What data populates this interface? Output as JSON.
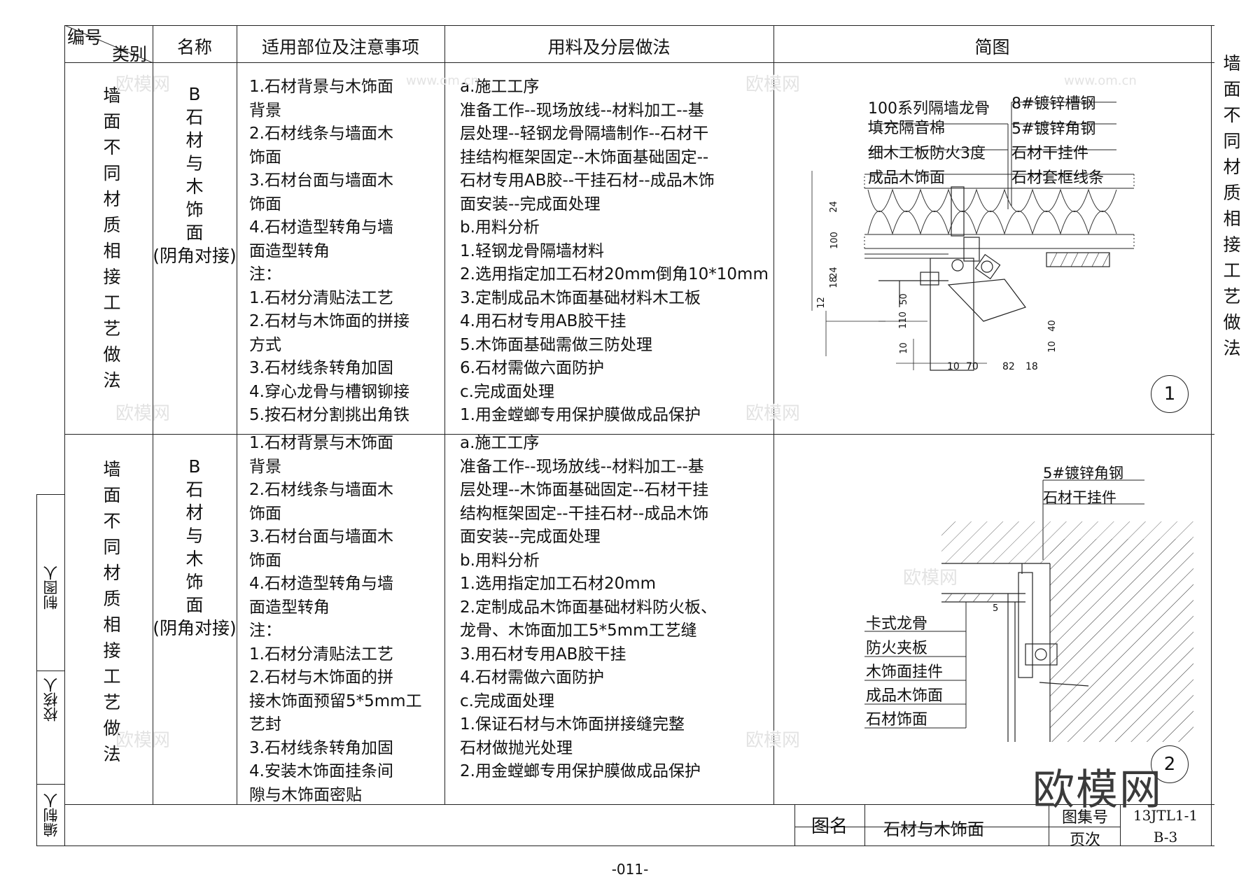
{
  "header": {
    "code_label": "编号",
    "category_label": "类别",
    "name": "名称",
    "scope": "适用部位及注意事项",
    "materials": "用料及分层做法",
    "diagram": "简图"
  },
  "right_side_title": "墙面不同材质相接工艺做法",
  "side_labels": {
    "drawn_by": "制图人",
    "checked_by": "校核人",
    "compiled_by": "编制人"
  },
  "rows": [
    {
      "category": "墙面不同材质相接工艺做法",
      "name_lines": [
        "B",
        "石",
        "材",
        "与",
        "木",
        "饰",
        "面",
        "(阴角对接)"
      ],
      "scope_lines": [
        "1.石材背景与木饰面",
        "背景",
        "2.石材线条与墙面木",
        "饰面",
        "3.石材台面与墙面木",
        "饰面",
        "4.石材造型转角与墙",
        "面造型转角",
        "注：",
        "1.石材分清贴法工艺",
        "2.石材与木饰面的拼接",
        "方式",
        "3.石材线条转角加固",
        "4.穿心龙骨与槽钢铆接",
        "5.按石材分割挑出角铁"
      ],
      "material_lines": [
        "a.施工工序",
        "准备工作--现场放线--材料加工--基",
        "层处理--轻钢龙骨隔墙制作--石材干",
        "挂结构框架固定--木饰面基础固定--",
        "石材专用AB胶--干挂石材--成品木饰",
        "面安装--完成面处理",
        "b.用料分析",
        "1.轻钢龙骨隔墙材料",
        "2.选用指定加工石材20mm倒角10*10mm",
        "3.定制成品木饰面基础材料木工板",
        "4.用石材专用AB胶干挂",
        "5.木饰面基础需做三防处理",
        "6.石材需做六面防护",
        "c.完成面处理",
        "1.用金螳螂专用保护膜做成品保护"
      ],
      "diagram": {
        "number": "1",
        "labels_left": [
          "100系列隔墙龙骨",
          "填充隔音棉",
          "细木工板防火3度",
          "成品木饰面"
        ],
        "labels_right": [
          "8#镀锌槽钢",
          "5#镀锌角钢",
          "石材干挂件",
          "石材套框线条"
        ],
        "dims_left": [
          "24",
          "100",
          "24",
          "18",
          "12",
          "50",
          "110",
          "10"
        ],
        "dims_bottom": [
          "10",
          "70",
          "82",
          "18"
        ],
        "dims_right": [
          "40",
          "10"
        ]
      }
    },
    {
      "category": "墙面不同材质相接工艺做法",
      "name_lines": [
        "B",
        "石",
        "材",
        "与",
        "木",
        "饰",
        "面",
        "(阴角对接)"
      ],
      "scope_lines": [
        "1.石材背景与木饰面",
        "背景",
        "2.石材线条与墙面木",
        "饰面",
        "3.石材台面与墙面木",
        "饰面",
        "4.石材造型转角与墙",
        "面造型转角",
        "注：",
        "1.石材分清贴法工艺",
        "2.石材与木饰面的拼",
        "接木饰面预留5*5mm工",
        "艺封",
        "3.石材线条转角加固",
        "4.安装木饰面挂条间",
        "隙与木饰面密贴"
      ],
      "material_lines": [
        "a.施工工序",
        "准备工作--现场放线--材料加工--基",
        "层处理--木饰面基础固定--石材干挂",
        "结构框架固定--干挂石材--成品木饰",
        "面安装--完成面处理",
        "b.用料分析",
        "1.选用指定加工石材20mm",
        "2.定制成品木饰面基础材料防火板、",
        "龙骨、木饰面加工5*5mm工艺缝",
        "3.用石材专用AB胶干挂",
        "4.石材需做六面防护",
        "c.完成面处理",
        "1.保证石材与木饰面拼接缝完整",
        "石材做抛光处理",
        "2.用金螳螂专用保护膜做成品保护"
      ],
      "diagram": {
        "number": "2",
        "labels_top": [
          "5#镀锌角钢",
          "石材干挂件"
        ],
        "labels_left": [
          "卡式龙骨",
          "防火夹板",
          "木饰面挂件",
          "成品木饰面",
          "石材饰面"
        ],
        "dims": [
          "5"
        ]
      }
    }
  ],
  "footer": {
    "figure_name_label": "图名",
    "figure_name": "石材与木饰面",
    "atlas_no_label": "图集号",
    "atlas_no": "13JTL1-1",
    "page_label": "页次",
    "page": "B-3",
    "page_number": "-011-"
  },
  "watermark": {
    "brand": "欧模网",
    "small": "欧模网",
    "url": "www.om.cn"
  }
}
